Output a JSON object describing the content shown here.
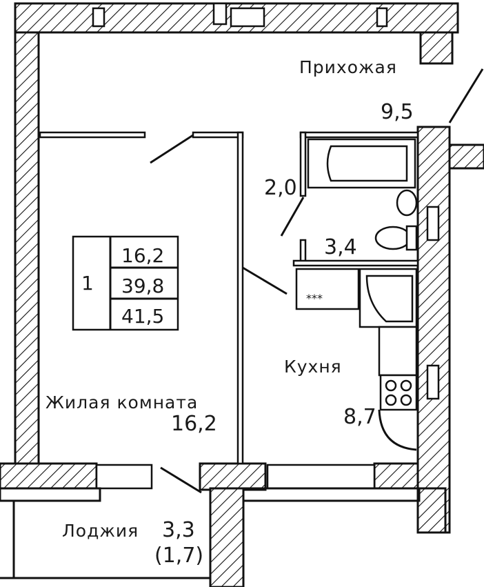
{
  "rooms": {
    "hallway": {
      "name": "Прихожая",
      "area": "9,5"
    },
    "living": {
      "name": "Жилая комната",
      "area": "16,2"
    },
    "kitchen": {
      "name": "Кухня",
      "area": "8,7"
    },
    "loggia": {
      "name": "Лоджия",
      "area": "3,3",
      "area_reduced": "(1,7)"
    },
    "bathroom": {
      "area": "2,0"
    },
    "toilet": {
      "area": "3,4"
    }
  },
  "summary": {
    "rooms_count": "1",
    "living_area": "16,2",
    "total_area": "39,8",
    "total_area_with_loggia": "41,5"
  },
  "colors": {
    "line": "#111111",
    "background": "#ffffff"
  }
}
